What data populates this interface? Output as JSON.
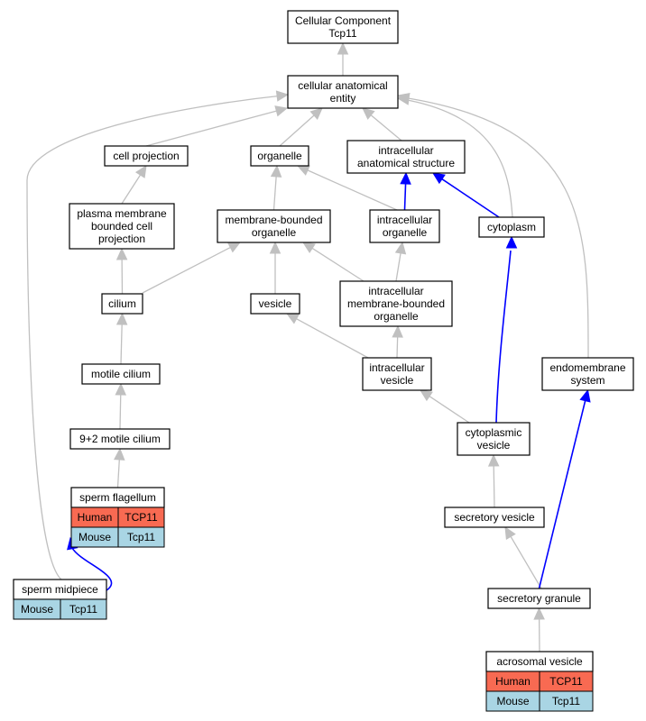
{
  "nodes": {
    "root": {
      "lines": [
        "Cellular Component",
        "Tcp11"
      ]
    },
    "cae": {
      "lines": [
        "cellular anatomical",
        "entity"
      ]
    },
    "cellproj": {
      "lines": [
        "cell projection"
      ]
    },
    "organelle": {
      "lines": [
        "organelle"
      ]
    },
    "ias": {
      "lines": [
        "intracellular",
        "anatomical structure"
      ]
    },
    "pmbcp": {
      "lines": [
        "plasma membrane",
        "bounded cell",
        "projection"
      ]
    },
    "mbo": {
      "lines": [
        "membrane-bounded",
        "organelle"
      ]
    },
    "io": {
      "lines": [
        "intracellular",
        "organelle"
      ]
    },
    "cytoplasm": {
      "lines": [
        "cytoplasm"
      ]
    },
    "cilium": {
      "lines": [
        "cilium"
      ]
    },
    "vesicle": {
      "lines": [
        "vesicle"
      ]
    },
    "imbo": {
      "lines": [
        "intracellular",
        "membrane-bounded",
        "organelle"
      ]
    },
    "motile": {
      "lines": [
        "motile cilium"
      ]
    },
    "iv": {
      "lines": [
        "intracellular",
        "vesicle"
      ]
    },
    "endo": {
      "lines": [
        "endomembrane",
        "system"
      ]
    },
    "nine": {
      "lines": [
        "9+2 motile cilium"
      ]
    },
    "cv": {
      "lines": [
        "cytoplasmic",
        "vesicle"
      ]
    },
    "sf": {
      "lines": [
        "sperm flagellum"
      ]
    },
    "sv": {
      "lines": [
        "secretory vesicle"
      ]
    },
    "sm": {
      "lines": [
        "sperm midpiece"
      ]
    },
    "sg": {
      "lines": [
        "secretory granule"
      ]
    },
    "av": {
      "lines": [
        "acrosomal vesicle"
      ]
    }
  },
  "annotations": {
    "sf": [
      {
        "species": "Human",
        "gene": "TCP11"
      },
      {
        "species": "Mouse",
        "gene": "Tcp11"
      }
    ],
    "sm": [
      {
        "species": "Mouse",
        "gene": "Tcp11"
      }
    ],
    "av": [
      {
        "species": "Human",
        "gene": "TCP11"
      },
      {
        "species": "Mouse",
        "gene": "Tcp11"
      }
    ]
  },
  "edges": [
    {
      "from": "cae",
      "to": "root",
      "type": "is_a"
    },
    {
      "from": "cellproj",
      "to": "cae",
      "type": "is_a"
    },
    {
      "from": "organelle",
      "to": "cae",
      "type": "is_a"
    },
    {
      "from": "ias",
      "to": "cae",
      "type": "is_a"
    },
    {
      "from": "cytoplasm",
      "to": "cae",
      "type": "is_a"
    },
    {
      "from": "endo",
      "to": "cae",
      "type": "is_a"
    },
    {
      "from": "sm",
      "to": "cae",
      "type": "is_a"
    },
    {
      "from": "pmbcp",
      "to": "cellproj",
      "type": "is_a"
    },
    {
      "from": "mbo",
      "to": "organelle",
      "type": "is_a"
    },
    {
      "from": "io",
      "to": "organelle",
      "type": "is_a"
    },
    {
      "from": "io",
      "to": "ias",
      "type": "part_of"
    },
    {
      "from": "cytoplasm",
      "to": "ias",
      "type": "part_of"
    },
    {
      "from": "cilium",
      "to": "pmbcp",
      "type": "is_a"
    },
    {
      "from": "cilium",
      "to": "mbo",
      "type": "is_a"
    },
    {
      "from": "vesicle",
      "to": "mbo",
      "type": "is_a"
    },
    {
      "from": "imbo",
      "to": "mbo",
      "type": "is_a"
    },
    {
      "from": "imbo",
      "to": "io",
      "type": "is_a"
    },
    {
      "from": "motile",
      "to": "cilium",
      "type": "is_a"
    },
    {
      "from": "iv",
      "to": "vesicle",
      "type": "is_a"
    },
    {
      "from": "iv",
      "to": "imbo",
      "type": "is_a"
    },
    {
      "from": "nine",
      "to": "motile",
      "type": "is_a"
    },
    {
      "from": "cv",
      "to": "iv",
      "type": "is_a"
    },
    {
      "from": "cv",
      "to": "cytoplasm",
      "type": "part_of"
    },
    {
      "from": "sf",
      "to": "nine",
      "type": "is_a"
    },
    {
      "from": "sv",
      "to": "cv",
      "type": "is_a"
    },
    {
      "from": "sm",
      "to": "sf",
      "type": "part_of"
    },
    {
      "from": "sg",
      "to": "sv",
      "type": "is_a"
    },
    {
      "from": "sg",
      "to": "endo",
      "type": "part_of"
    },
    {
      "from": "av",
      "to": "sg",
      "type": "is_a"
    }
  ]
}
